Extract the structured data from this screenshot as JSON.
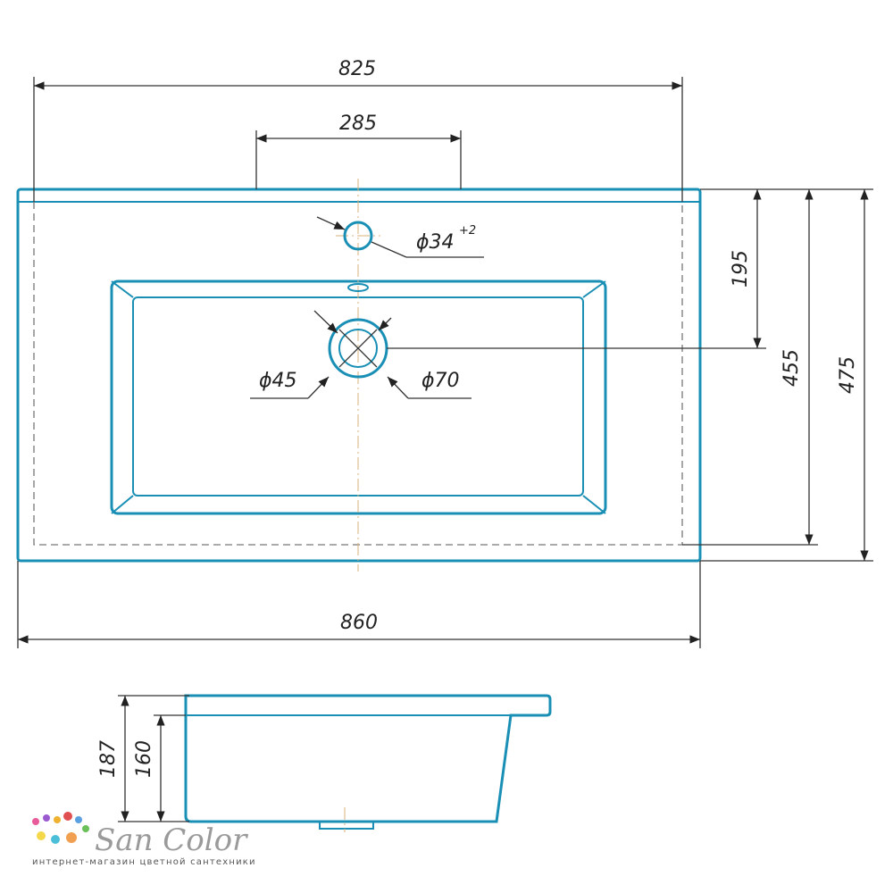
{
  "dimensions": {
    "top_width": "825",
    "tap_spacing": "285",
    "tap_hole": "ϕ34",
    "tap_hole_tolerance": "+2",
    "drain_inner": "ϕ45",
    "drain_outer": "ϕ70",
    "drain_offset": "195",
    "inner_depth": "455",
    "overall_depth": "475",
    "overall_width": "860",
    "height_total": "187",
    "height_bowl": "160"
  },
  "logo": {
    "name": "San Color",
    "tagline": "интернет-магазин цветной сантехники"
  },
  "colors": {
    "outline": "#1a8fb5",
    "dimension": "#333333",
    "centerline": "#d9b27a"
  }
}
